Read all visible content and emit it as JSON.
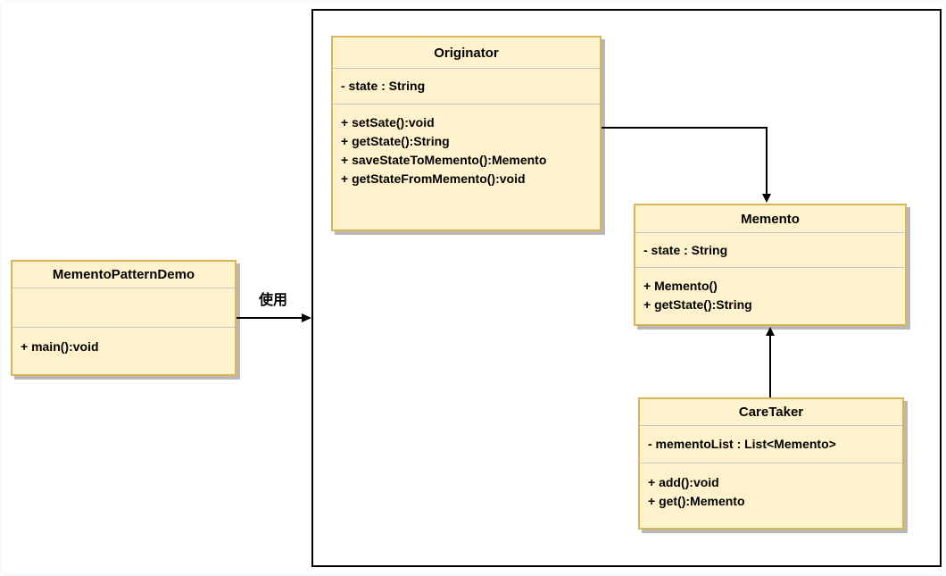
{
  "diagram": {
    "type": "uml-class-diagram",
    "pattern": "Memento",
    "colors": {
      "class_fill": "#FFF2CC",
      "class_border": "#D6B656",
      "section_separator": "#C6C6C6",
      "boundary_border": "#000000",
      "shadow": "#B3B3B3",
      "text": "#000000"
    }
  },
  "classes": [
    {
      "name": "MementoPatternDemo",
      "attributes": [],
      "methods": [
        "+ main():void"
      ]
    },
    {
      "name": "Originator",
      "attributes": [
        "- state : String"
      ],
      "methods": [
        "+ setSate():void",
        "+ getState():String",
        "+ saveStateToMemento():Memento",
        "+ getStateFromMemento():void"
      ]
    },
    {
      "name": "Memento",
      "attributes": [
        "- state : String"
      ],
      "methods": [
        "+ Memento()",
        "+ getState():String"
      ]
    },
    {
      "name": "CareTaker",
      "attributes": [
        "- mementoList : List<Memento>"
      ],
      "methods": [
        "+ add():void",
        "+ get():Memento"
      ]
    }
  ],
  "relationships": [
    {
      "from": "MementoPatternDemo",
      "to": "system-boundary",
      "label": "使用"
    },
    {
      "from": "Originator",
      "to": "Memento",
      "label": ""
    },
    {
      "from": "CareTaker",
      "to": "Memento",
      "label": ""
    }
  ]
}
